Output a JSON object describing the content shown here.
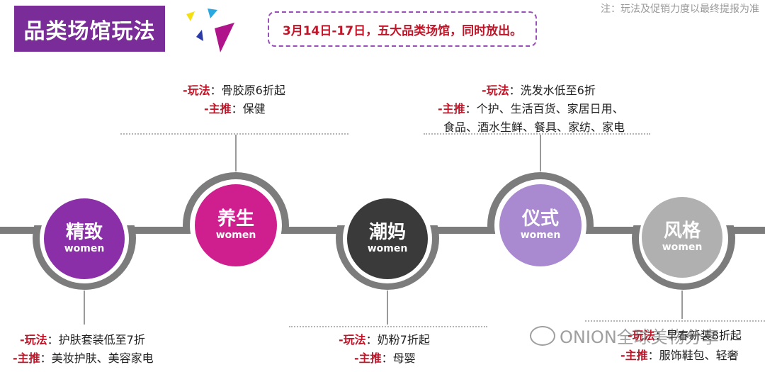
{
  "header": {
    "title": "品类场馆玩法",
    "announcement": "3月14日-17日，五大品类场馆，同时放出。",
    "note": "注：玩法及促销力度以最终提报为准"
  },
  "colors": {
    "title_bg": "#7a2d98",
    "label_red": "#c0162a",
    "track": "#7c7c7c",
    "jingzhi": "#8a2fa8",
    "yangsheng": "#cf1f8e",
    "chaoma": "#3a3a3a",
    "yishi": "#a98ad0",
    "fengge": "#b0b0b0"
  },
  "labels": {
    "play": "-玩法",
    "main": "-主推"
  },
  "nodes": [
    {
      "name": "精致",
      "sub": "women",
      "play": "：护肤套装低至7折",
      "main": "：美妆护肤、美容家电"
    },
    {
      "name": "养生",
      "sub": "women",
      "play": "：骨胶原6折起",
      "main": "：保健"
    },
    {
      "name": "潮妈",
      "sub": "women",
      "play": "：奶粉7折起",
      "main": "：母婴"
    },
    {
      "name": "仪式",
      "sub": "women",
      "play": "：洗发水低至6折",
      "main": "：个护、生活百货、家居日用、",
      "main_line2": "食品、酒水生鲜、餐具、家纺、家电"
    },
    {
      "name": "风格",
      "sub": "women",
      "play": "：早春新装8折起",
      "main": "：服饰鞋包、轻奢"
    }
  ],
  "watermark": "ONION全球美物分享"
}
